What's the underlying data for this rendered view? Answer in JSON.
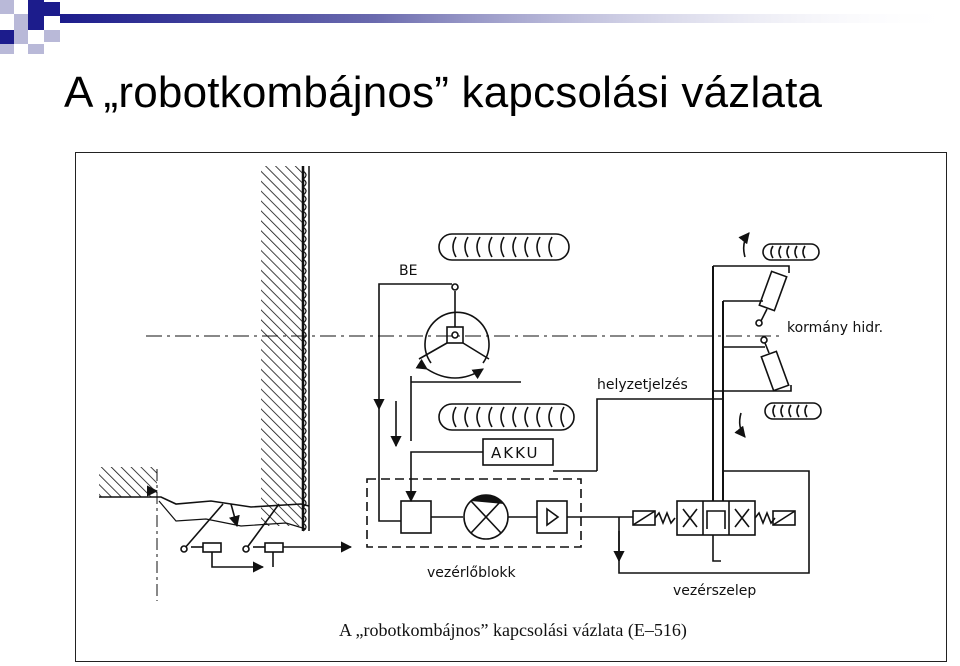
{
  "slide": {
    "title": "A „robotkombájnos” kapcsolási vázlata"
  },
  "diagram": {
    "labels": {
      "be": "BE",
      "kormany": "kormány hidr.",
      "helyzet": "helyzetjelzés",
      "akku": "AKKU",
      "vezerloblokk": "vezérlőblokk",
      "vezerszelep": "vezérszelep"
    },
    "caption": "A „robotkombájnos” kapcsolási vázlata (E–516)"
  },
  "colors": {
    "accent_blue": "#1c1c8c",
    "accent_light": "#b9b9d8",
    "ink": "#111111"
  }
}
